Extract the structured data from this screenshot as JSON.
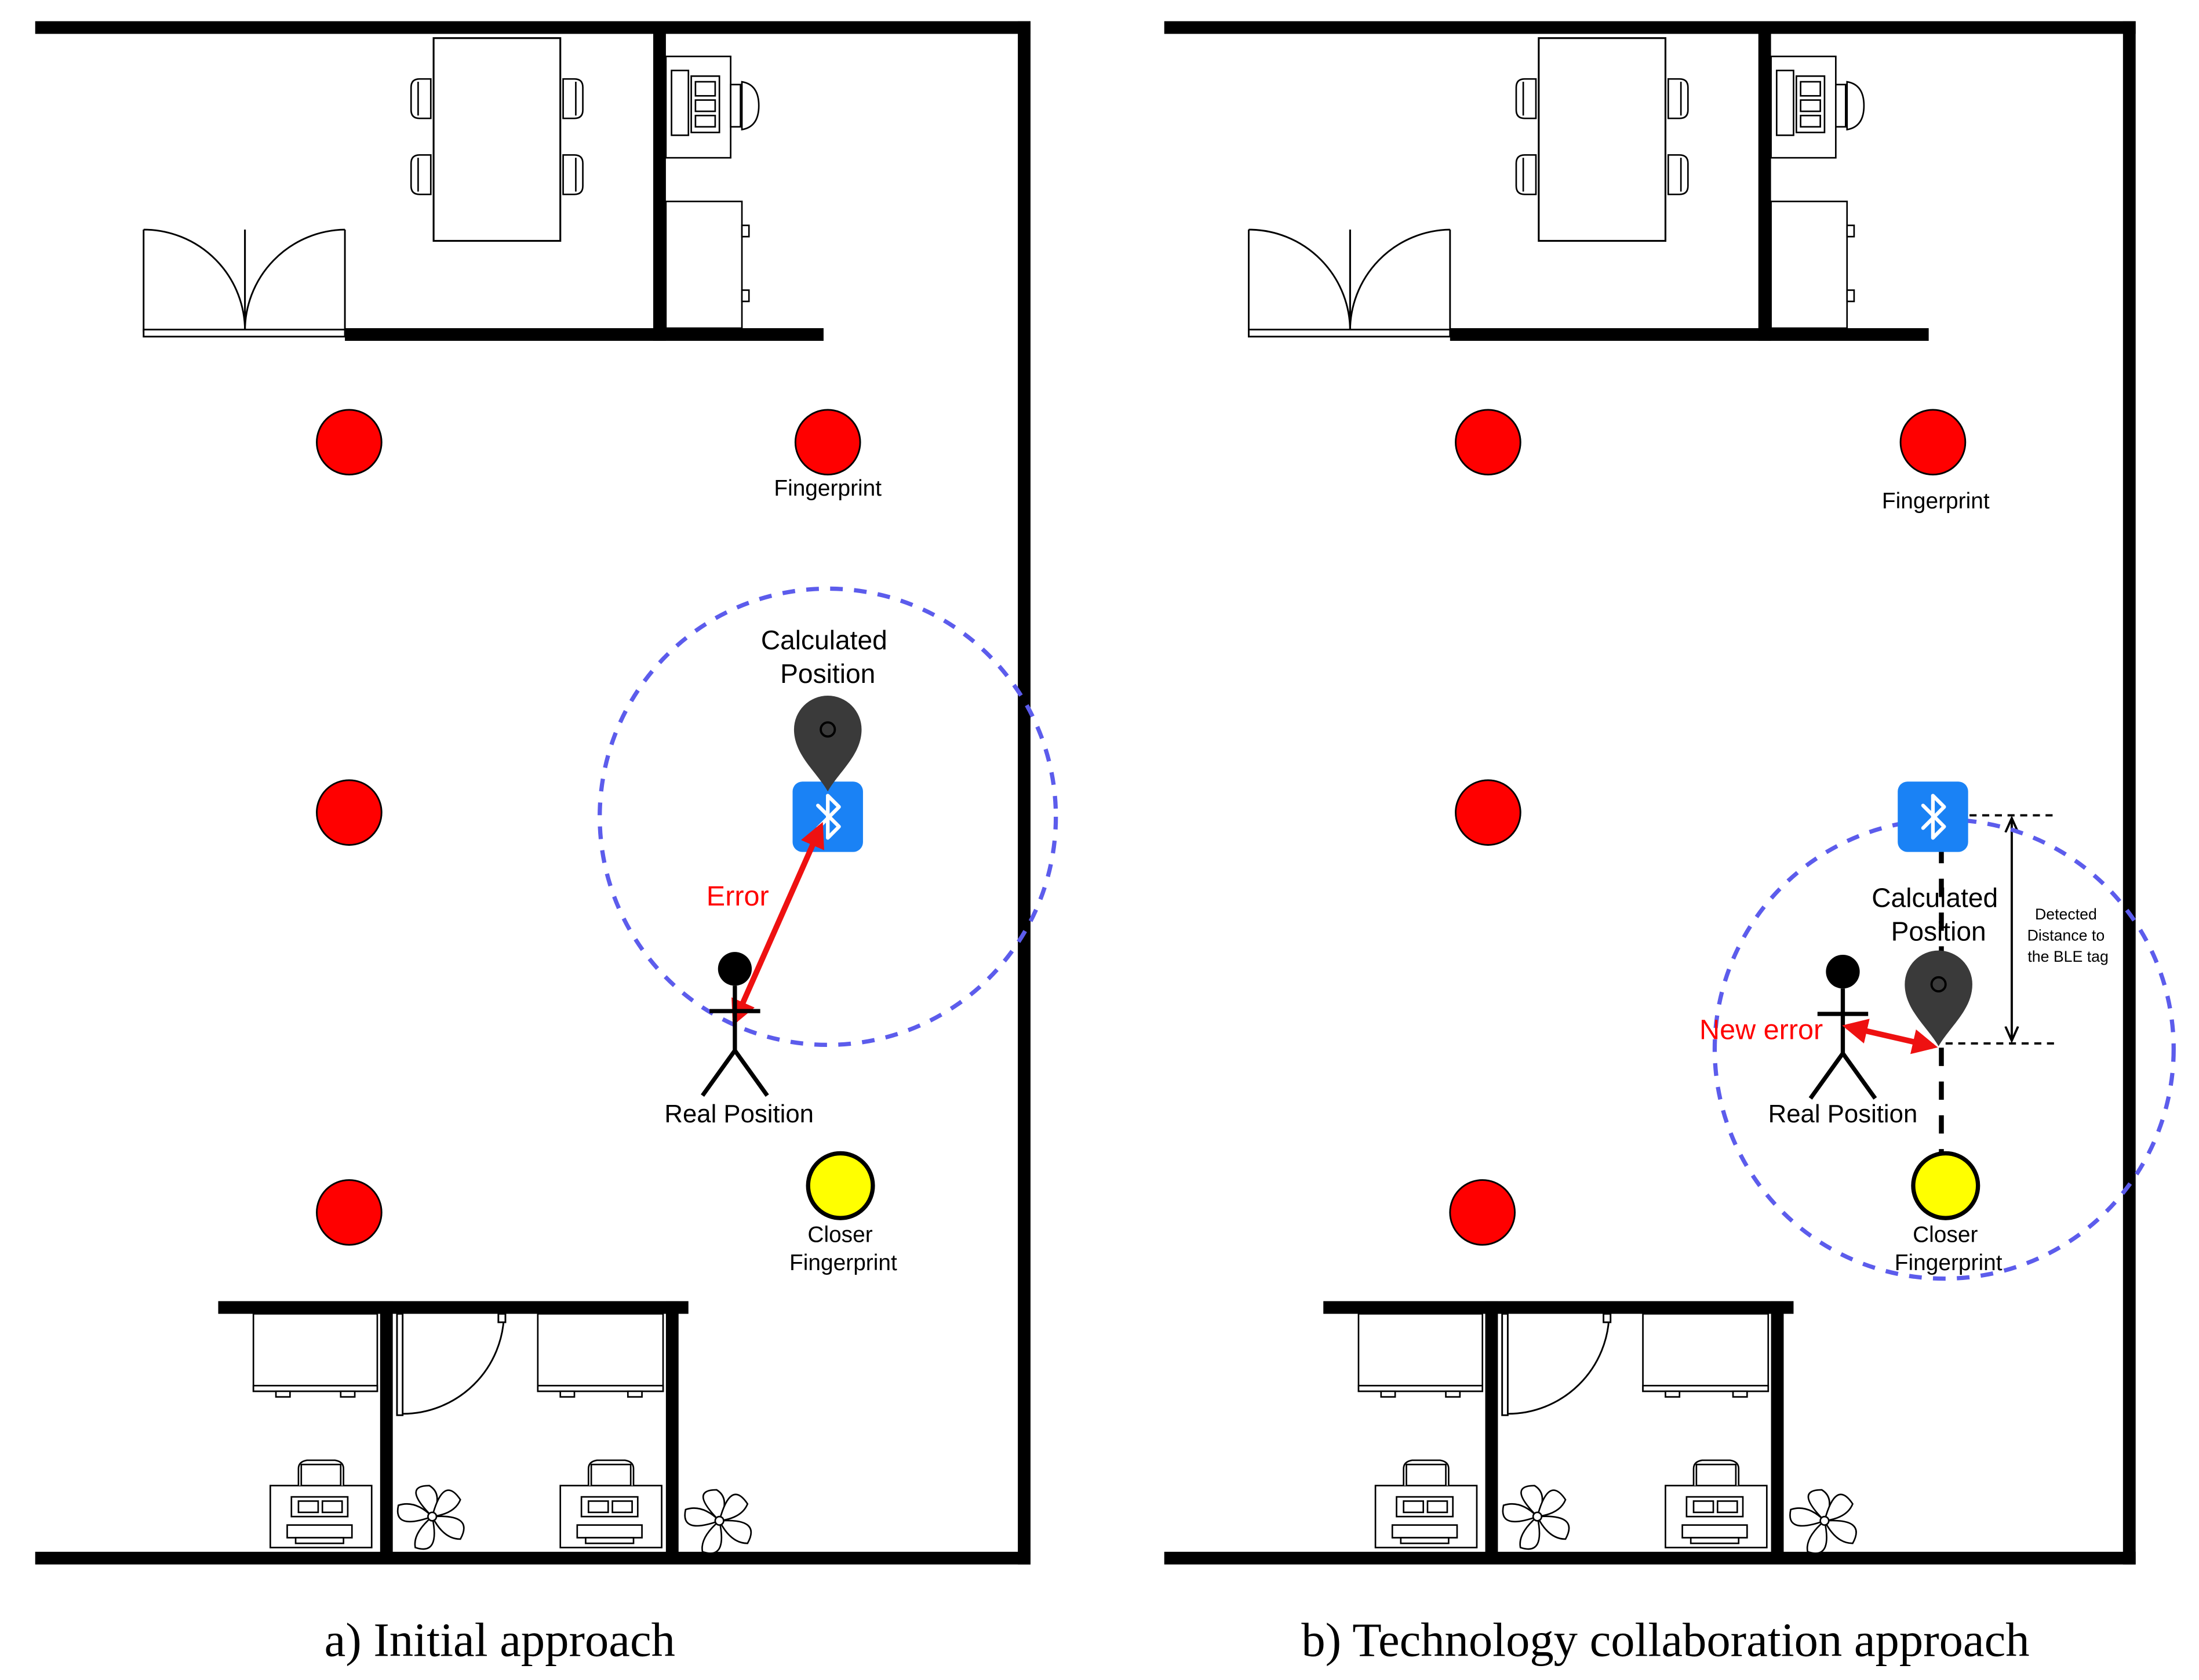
{
  "panels": [
    {
      "caption": "a) Initial approach",
      "labels": {
        "fingerprint": "Fingerprint",
        "calculated_position": [
          "Calculated",
          "Position"
        ],
        "error": "Error",
        "real_position": "Real Position",
        "closer_fingerprint": [
          "Closer",
          "Fingerprint"
        ]
      }
    },
    {
      "caption": "b) Technology collaboration approach",
      "labels": {
        "fingerprint": "Fingerprint",
        "calculated_position": [
          "Calculated",
          "Position"
        ],
        "error": "New error",
        "real_position": "Real Position",
        "closer_fingerprint": [
          "Closer",
          "Fingerprint"
        ],
        "detected_distance": [
          "Detected",
          "Distance to",
          "the BLE tag"
        ]
      }
    }
  ],
  "colors": {
    "fingerprint": "#ff0000",
    "closer_fingerprint": "#ffff00",
    "error_arrow": "#ee1111",
    "error_text": "#ff0000",
    "uncertainty_circle": "#5c5cec",
    "ble_tag": "#1a82f5",
    "position_pin": "#3a3a3a",
    "wall": "#000000"
  },
  "icons": [
    "fingerprint-icon",
    "bluetooth-icon",
    "location-pin-icon",
    "person-icon",
    "door-icon",
    "desk-icon",
    "chair-icon",
    "computer-icon",
    "plant-icon"
  ]
}
